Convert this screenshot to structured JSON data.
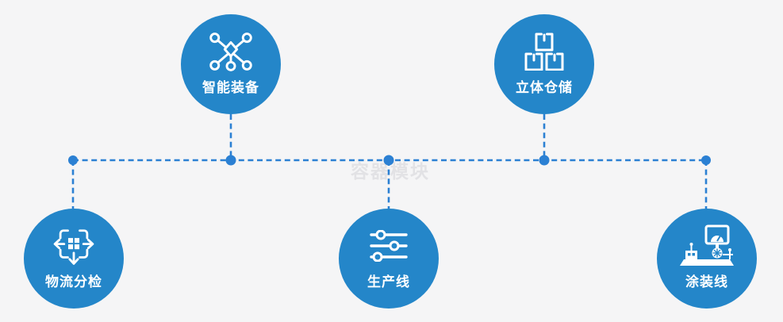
{
  "watermark": {
    "text": "容器模块"
  },
  "colors": {
    "background": "#f5f5f6",
    "circle_fill": "#2486c9",
    "connector_blue": "#2b80d3",
    "label_text": "#ffffff",
    "watermark_text": "#e2e2e5"
  },
  "nodes": [
    {
      "id": "smart-equipment",
      "label": "智能装备",
      "icon": "network-nodes-icon",
      "row": "top"
    },
    {
      "id": "cubic-warehouse",
      "label": "立体仓储",
      "icon": "stacked-boxes-icon",
      "row": "top"
    },
    {
      "id": "logistics-sorting",
      "label": "物流分检",
      "icon": "sorting-arrows-icon",
      "row": "bottom"
    },
    {
      "id": "production-line",
      "label": "生产线",
      "icon": "sliders-icon",
      "row": "bottom"
    },
    {
      "id": "coating-line",
      "label": "涂装线",
      "icon": "machine-monitor-icon",
      "row": "bottom"
    }
  ],
  "connections": {
    "style": "dashed",
    "junction_dots": 5,
    "description": "horizontal dashed bus linking all five nodes via vertical dashed stubs"
  }
}
